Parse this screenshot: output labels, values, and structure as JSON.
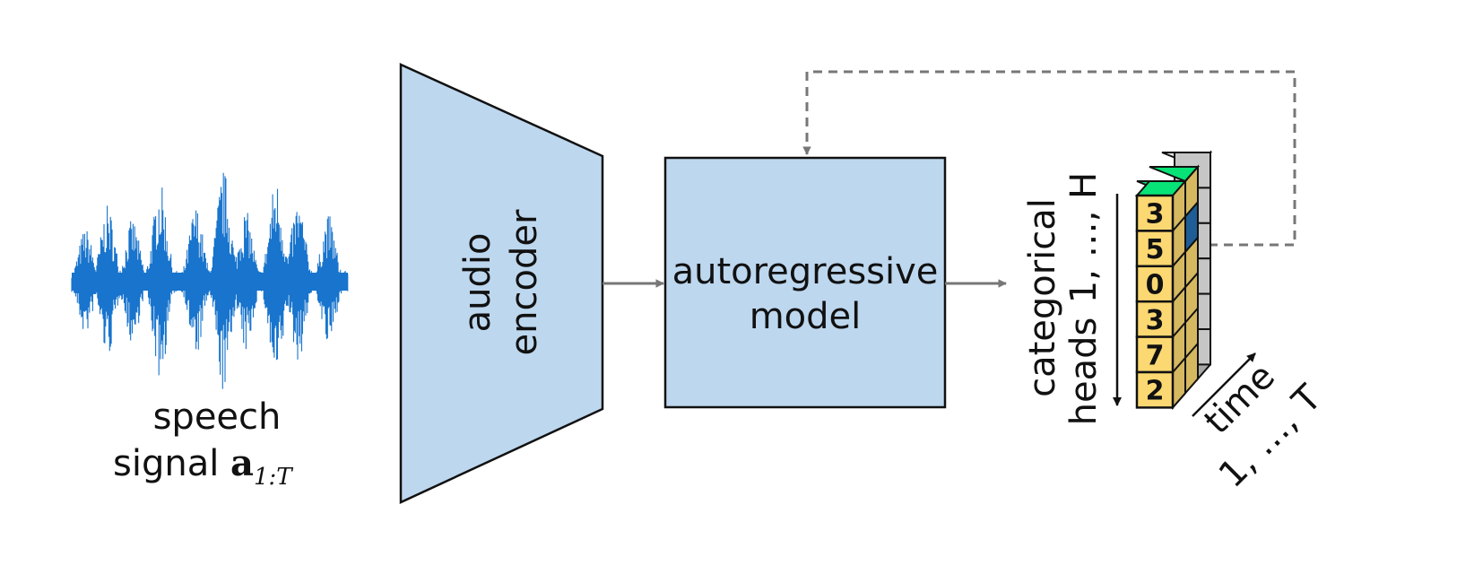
{
  "input": {
    "line1": "speech",
    "line2_prefix": "signal ",
    "symbol": "a",
    "subscript": "1:T"
  },
  "encoder": {
    "line1": "audio",
    "line2": "encoder"
  },
  "model": {
    "line1": "autoregressive",
    "line2": "model"
  },
  "heads": {
    "line1": "categorical",
    "line2": "heads",
    "range": "1, …, H"
  },
  "time": {
    "label": "time",
    "range": "1, …, T"
  },
  "tokens": [
    "3",
    "5",
    "0",
    "3",
    "7",
    "2"
  ],
  "colors": {
    "box_fill": "#bdd7ee",
    "token_fill": "#fbd871",
    "grey_fill": "#c6c6c6",
    "highlight": "#1f5d96",
    "waveform": "#1874cd",
    "arrow": "#777777"
  }
}
